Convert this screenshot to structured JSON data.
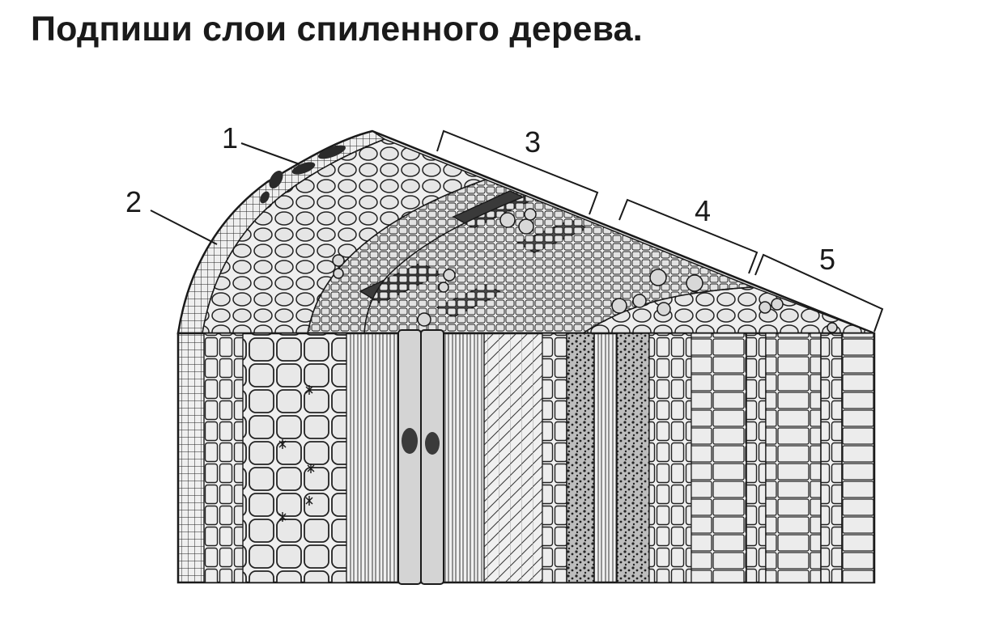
{
  "title": "Подпиши слои спиленного дерева.",
  "labels": [
    "1",
    "2",
    "3",
    "4",
    "5"
  ],
  "colors": {
    "ink": "#1a1a1a",
    "fill": "#e6e6e6",
    "dark": "#3a3a3a"
  }
}
